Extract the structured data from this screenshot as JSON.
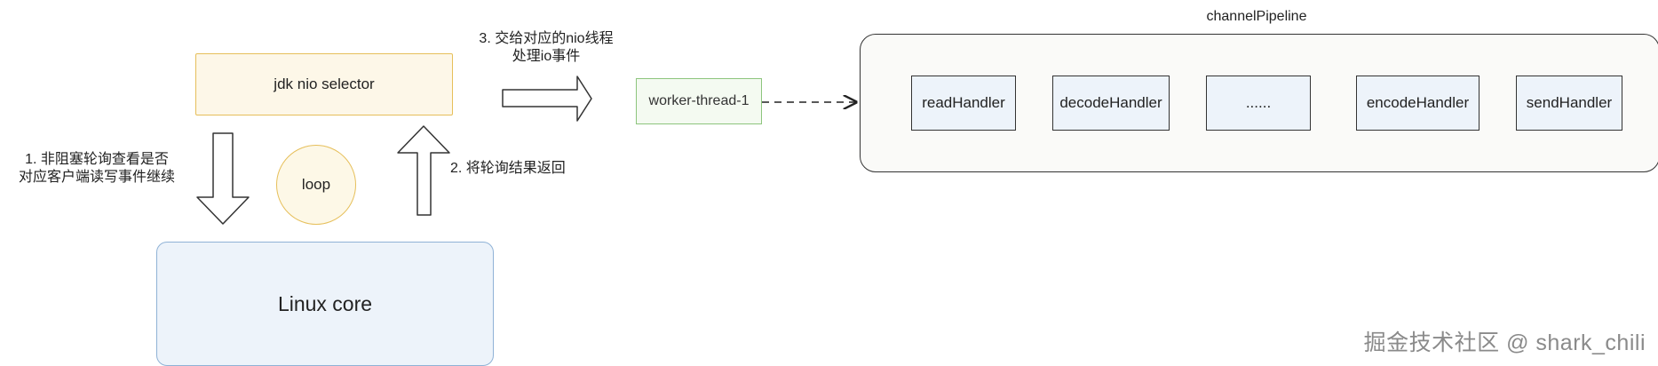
{
  "nodes": {
    "selector": "jdk nio selector",
    "linux": "Linux core",
    "loop": "loop",
    "worker": "worker-thread-1"
  },
  "pipeline": {
    "title": "channelPipeline",
    "handlers": [
      "readHandler",
      "decodeHandler",
      "......",
      "encodeHandler",
      "sendHandler"
    ]
  },
  "labels": {
    "step1": "1. 非阻塞轮询查看是否\n对应客户端读写事件继续",
    "step2": "2. 将轮询结果返回",
    "step3": "3. 交给对应的nio线程\n处理io事件"
  },
  "watermark": "掘金技术社区 @ shark_chili"
}
